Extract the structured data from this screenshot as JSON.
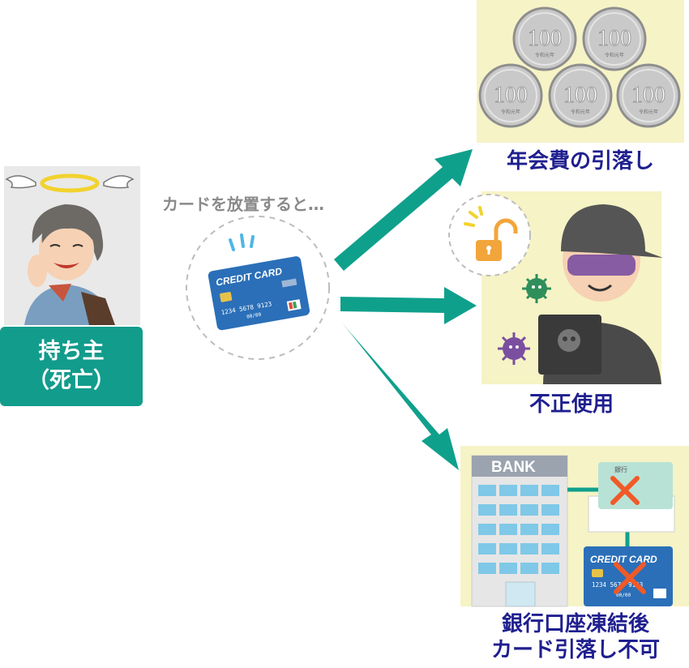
{
  "owner": {
    "line1": "持ち主",
    "line2": "（死亡）"
  },
  "caption": "カードを放置すると…",
  "card": {
    "brand": "CREDIT CARD",
    "number": "1234  5678  9123",
    "expiry": "00/00"
  },
  "outcomes": {
    "fees": {
      "label": "年会費の引落し",
      "coin_value": "100",
      "coin_era": "令和元年"
    },
    "fraud": {
      "label": "不正使用"
    },
    "frozen": {
      "line1": "銀行口座凍結後",
      "line2": "カード引落し不可",
      "bank_sign": "BANK",
      "passbook_text": "銀行"
    }
  },
  "colors": {
    "arrow": "#0fa08c",
    "owner_box": "#129c8c",
    "label": "#1f1f8f",
    "panel_bg": "#f6f3c6",
    "cross": "#f05a28",
    "card_blue": "#2b6fb8"
  }
}
